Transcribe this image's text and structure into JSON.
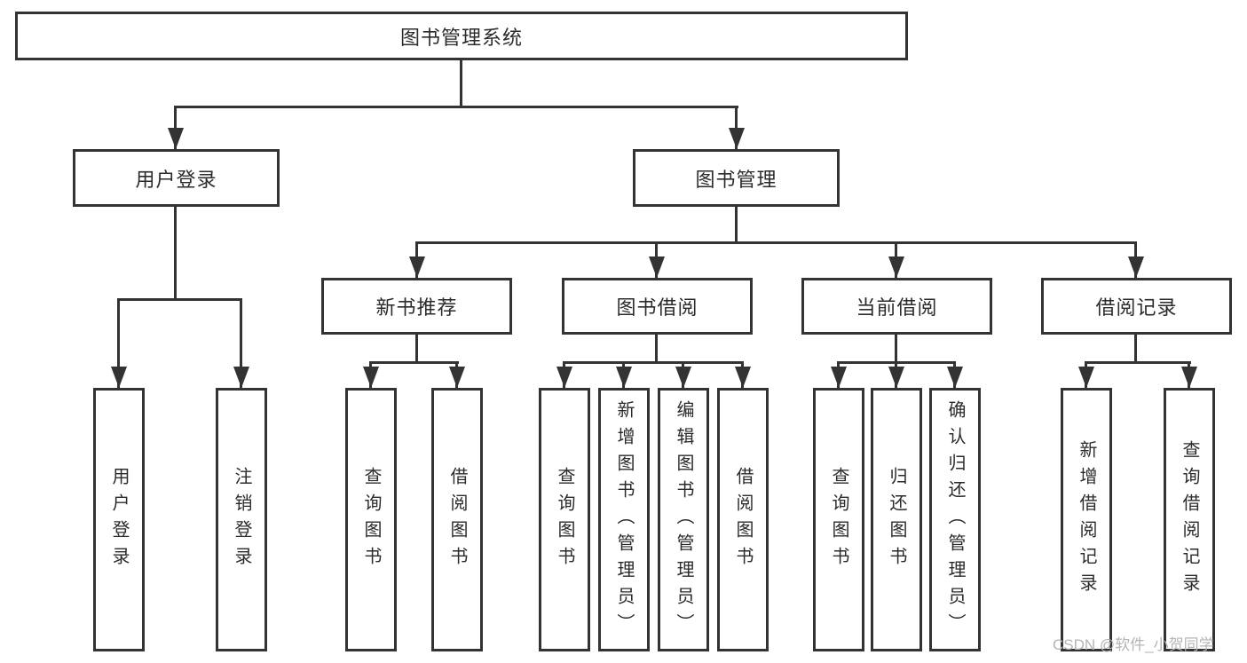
{
  "tree": {
    "root": "图书管理系统",
    "children": [
      {
        "label": "用户登录",
        "children": [
          {
            "label": "用户登录"
          },
          {
            "label": "注销登录"
          }
        ]
      },
      {
        "label": "图书管理",
        "children": [
          {
            "label": "新书推荐",
            "children": [
              {
                "label": "查询图书"
              },
              {
                "label": "借阅图书"
              }
            ]
          },
          {
            "label": "图书借阅",
            "children": [
              {
                "label": "查询图书"
              },
              {
                "label": "新增图书（管理员）"
              },
              {
                "label": "编辑图书（管理员）"
              },
              {
                "label": "借阅图书"
              }
            ]
          },
          {
            "label": "当前借阅",
            "children": [
              {
                "label": "查询图书"
              },
              {
                "label": "归还图书"
              },
              {
                "label": "确认归还（管理员）"
              }
            ]
          },
          {
            "label": "借阅记录",
            "children": [
              {
                "label": "新增借阅记录"
              },
              {
                "label": "查询借阅记录"
              }
            ]
          }
        ]
      }
    ]
  },
  "watermark": "CSDN @软件_小贺同学",
  "colors": {
    "line": "#333333",
    "text": "#2b2b2b",
    "background": "#ffffff",
    "watermark": "#b5b5b5"
  }
}
